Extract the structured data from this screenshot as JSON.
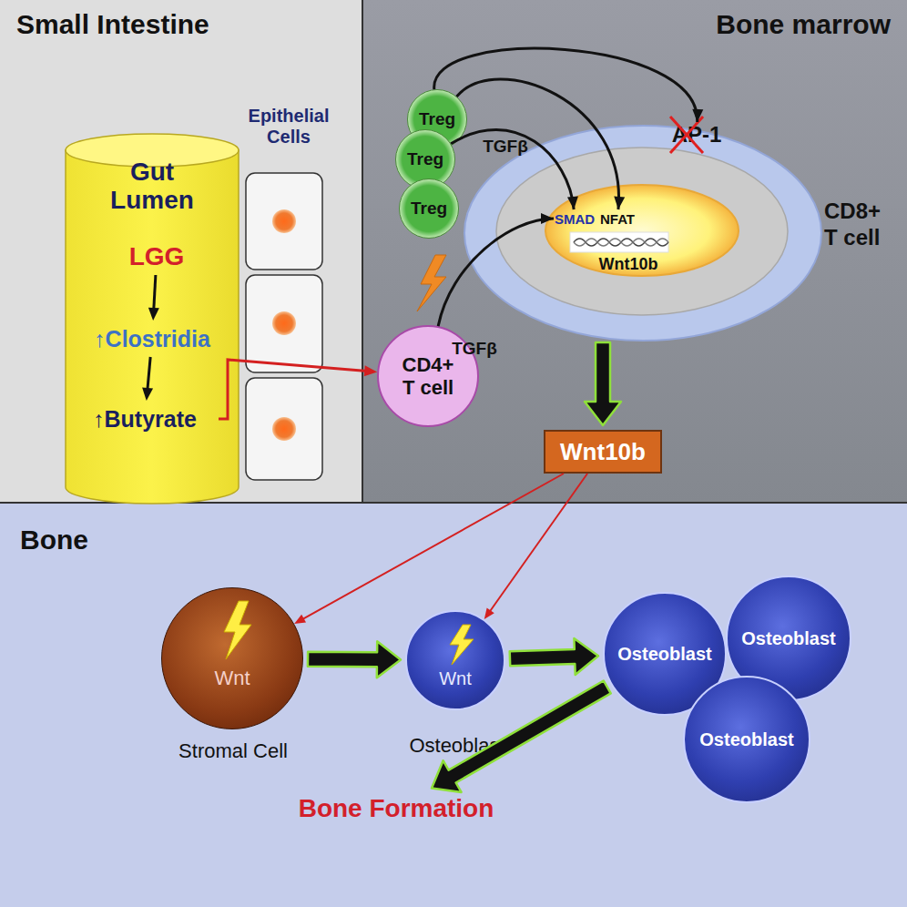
{
  "diagram": {
    "nodes": [
      {
        "text": [
          "Small Intestine"
        ]
      },
      {
        "text": [
          "Bone marrow"
        ]
      },
      {
        "text": [
          "Bone"
        ]
      },
      {
        "text": [
          "Gut Lumen"
        ],
        "in": 0
      },
      {
        "text": [
          "LGG"
        ],
        "in": 3
      },
      {
        "text": [
          "↑Clostridia"
        ],
        "in": 3
      },
      {
        "text": [
          "↑Butyrate"
        ],
        "in": 3
      },
      {
        "text": [
          "Treg"
        ],
        "in": 1
      },
      {
        "text": [
          "Treg"
        ],
        "in": 1
      },
      {
        "text": [
          "Treg"
        ],
        "in": 1
      },
      {
        "text": [
          "CD8+ T cell"
        ],
        "in": 1
      },
      {
        "text": [
          "SMAD"
        ],
        "in": 10
      },
      {
        "text": [
          "NFAT"
        ],
        "in": 10
      },
      {
        "text": [
          "AP-1"
        ],
        "in": 10
      },
      {
        "text": [
          "Wnt10b"
        ],
        "in": 10
      },
      {
        "text": [
          "CD4+ T cell"
        ],
        "in": 1
      },
      {
        "text": [
          "Wnt10b"
        ],
        "in": 1
      },
      {
        "text": [
          "Wnt",
          "Stromal Cell"
        ],
        "in": 2
      },
      {
        "text": [
          "Wnt",
          "Osteoblast"
        ],
        "in": 2
      },
      {
        "text": [
          "Osteoblast"
        ],
        "in": 2
      },
      {
        "text": [
          "Osteoblast"
        ],
        "in": 2
      },
      {
        "text": [
          "Osteoblast"
        ],
        "in": 2
      },
      {
        "text": [
          "Bone Formation"
        ],
        "in": 2
      }
    ],
    "edges": [
      {
        "from": 4,
        "to": 5,
        "arrow": "to"
      },
      {
        "from": 5,
        "to": 6,
        "arrow": "to"
      },
      {
        "from": 6,
        "to": 15,
        "arrow": "to"
      },
      {
        "from": 7,
        "to": 13,
        "arrow": "to"
      },
      {
        "from": 7,
        "to": 12,
        "arrow": "to"
      },
      {
        "from": 8,
        "to": 11,
        "arrow": "to"
      },
      {
        "from": 15,
        "to": 11,
        "arrow": "to"
      },
      {
        "from": 10,
        "to": 16,
        "arrow": "to"
      },
      {
        "from": 16,
        "to": 17,
        "arrow": "to"
      },
      {
        "from": 16,
        "to": 18,
        "arrow": "to"
      },
      {
        "from": 17,
        "to": 18,
        "arrow": "to"
      },
      {
        "from": 18,
        "to": 19,
        "arrow": "to"
      },
      {
        "from": 19,
        "to": 22,
        "arrow": "to"
      }
    ],
    "labels": [
      "Epithelial Cells",
      "TGFβ",
      "TGFβ"
    ]
  }
}
